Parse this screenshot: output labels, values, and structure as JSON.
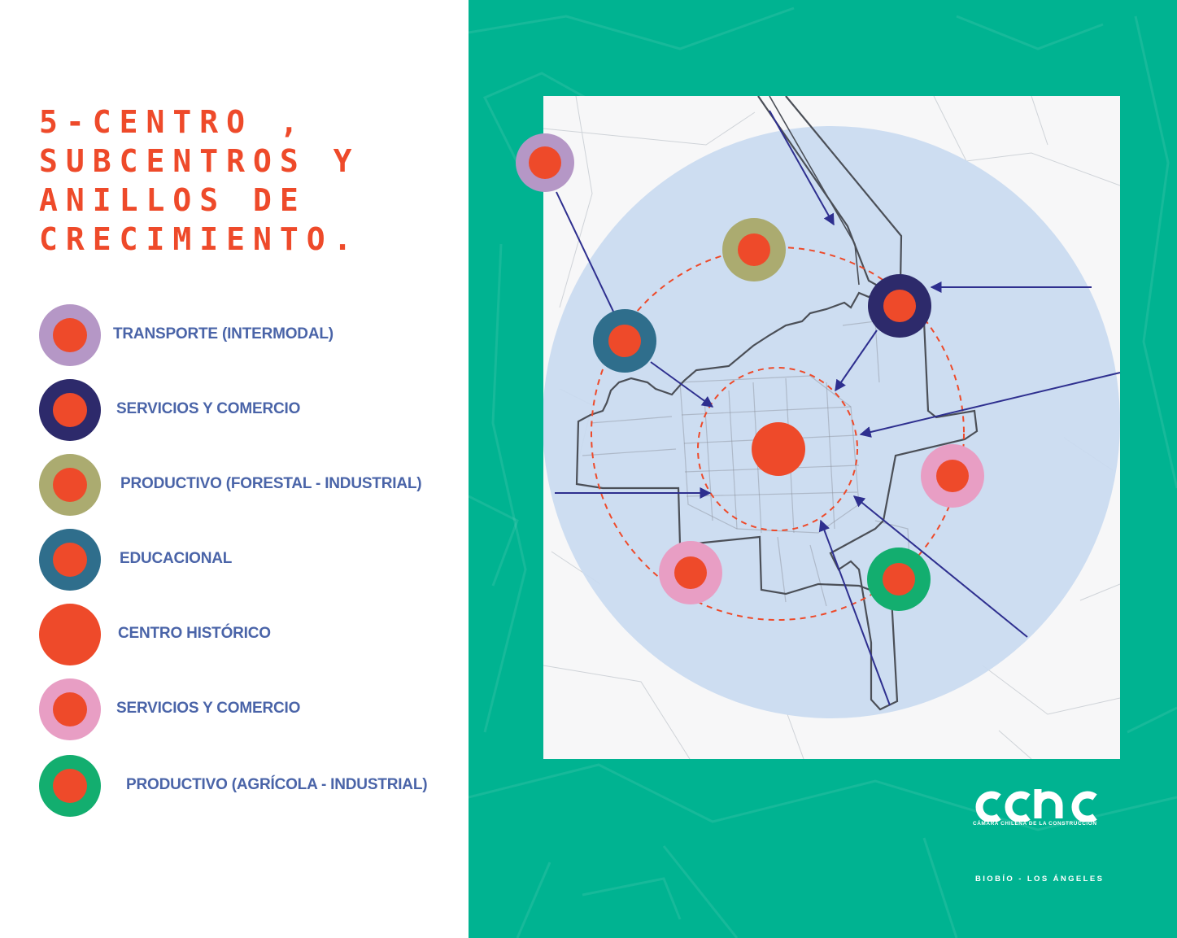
{
  "title": "5-CENTRO ,\nSUBCENTROS Y\nANILLOS DE\nCRECIMIENTO.",
  "colors": {
    "accent_red": "#ee4a2a",
    "label_blue": "#4a64a8",
    "background_green": "#00b391",
    "growth_area_blue": "#c9daf0",
    "arrow_navy": "#2e2f8f"
  },
  "legend": [
    {
      "label": "TRANSPORTE (INTERMODAL)",
      "ring_color": "#b597c6",
      "center_color": "#ee4a2a"
    },
    {
      "label": "SERVICIOS Y COMERCIO",
      "ring_color": "#2d2a6b",
      "center_color": "#ee4a2a"
    },
    {
      "label": "PRODUCTIVO (FORESTAL - INDUSTRIAL)",
      "ring_color": "#abab70",
      "center_color": "#ee4a2a"
    },
    {
      "label": "EDUCACIONAL",
      "ring_color": "#2f6e8c",
      "center_color": "#ee4a2a"
    },
    {
      "label": "CENTRO HISTÓRICO",
      "ring_color": "#ee4a2a",
      "center_color": "#ee4a2a"
    },
    {
      "label": "SERVICIOS Y COMERCIO",
      "ring_color": "#e89ec4",
      "center_color": "#ee4a2a"
    },
    {
      "label": "PRODUCTIVO (AGRÍCOLA - INDUSTRIAL)",
      "ring_color": "#13ae6f",
      "center_color": "#ee4a2a"
    }
  ],
  "logo": {
    "mark": "cchc",
    "subtitle": "CÁMARA CHILENA DE LA CONSTRUCCIÓN"
  },
  "region": "BIOBÍO - LOS ÁNGELES"
}
